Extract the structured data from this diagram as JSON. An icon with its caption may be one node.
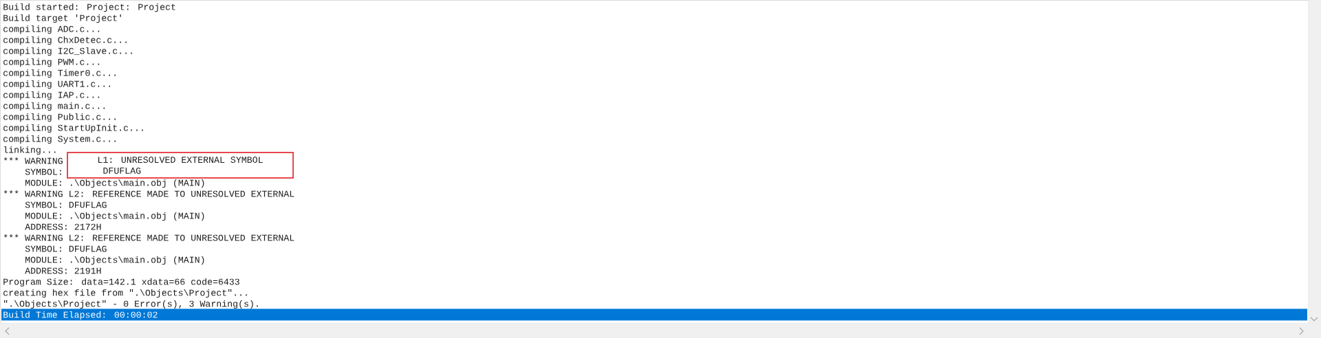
{
  "diagram": {
    "nodes": [
      {
        "text": [
          "L1: UNRESOLVED EXTERNAL SYMBOL",
          "DFUFLAG"
        ]
      }
    ],
    "labels": [
      "Build started: Project: Project",
      "Build target 'Project'",
      "compiling ADC.c...",
      "compiling ChxDetec.c...",
      "compiling I2C_Slave.c...",
      "compiling PWM.c...",
      "compiling Timer0.c...",
      "compiling UART1.c...",
      "compiling IAP.c...",
      "compiling main.c...",
      "compiling Public.c...",
      "compiling StartUpInit.c...",
      "compiling System.c...",
      "linking...",
      "*** WARNING",
      "SYMBOL:",
      "MODULE:  .\\Objects\\main.obj (MAIN)",
      "*** WARNING L2: REFERENCE MADE TO UNRESOLVED EXTERNAL",
      "SYMBOL:  DFUFLAG",
      "MODULE:  .\\Objects\\main.obj (MAIN)",
      "ADDRESS: 2172H",
      "*** WARNING L2: REFERENCE MADE TO UNRESOLVED EXTERNAL",
      "SYMBOL:  DFUFLAG",
      "MODULE:  .\\Objects\\main.obj (MAIN)",
      "ADDRESS: 2191H",
      "Program Size: data=142.1 xdata=66 code=6433",
      "creating hex file from \".\\Objects\\Project\"...",
      "\".\\Objects\\Project\" - 0 Error(s), 3 Warning(s).",
      "Build Time Elapsed:  00:00:02"
    ]
  }
}
